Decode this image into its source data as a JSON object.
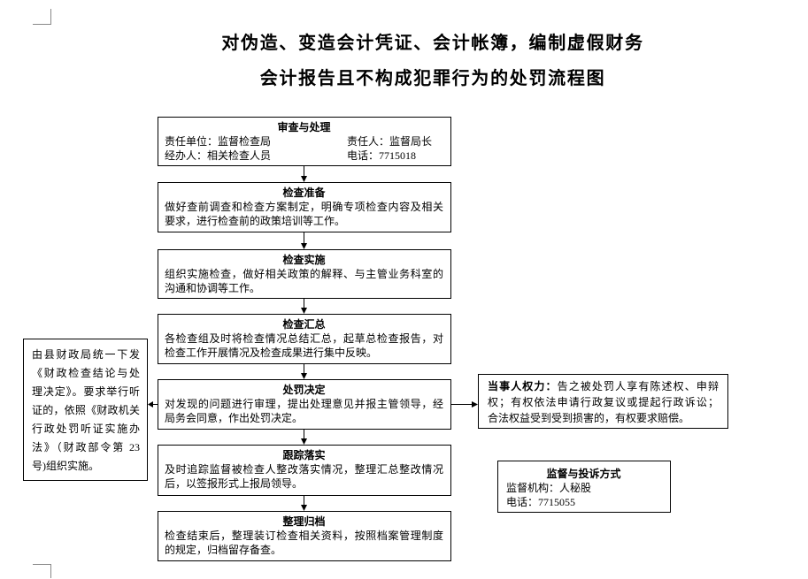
{
  "title": {
    "line1": "对伪造、变造会计凭证、会计帐簿，编制虚假财务",
    "line2": "会计报告且不构成犯罪行为的处罚流程图"
  },
  "review": {
    "title": "审查与处理",
    "unit": "责任单位：监督检查局",
    "person": "责任人：监督局长",
    "handler": "经办人：相关检查人员",
    "phone": "电话：7715018"
  },
  "steps": [
    {
      "title": "检查准备",
      "lines": [
        "做好查前调查和检查方案制定，明确专项检查内容及相关",
        "要求，进行检查前的政策培训等工作。"
      ]
    },
    {
      "title": "检查实施",
      "lines": [
        "组织实施检查，做好相关政策的解释、与主管业务科室的",
        "沟通和协调等工作。"
      ]
    },
    {
      "title": "检查汇总",
      "lines": [
        "各检查组及时将检查情况总结汇总，起草总检查报告，对",
        "检查工作开展情况及检查成果进行集中反映。"
      ]
    },
    {
      "title": "处罚决定",
      "lines": [
        "对发现的问题进行审理，提出处理意见并报主管领导，经",
        "局务会同意，作出处罚决定。"
      ]
    },
    {
      "title": "跟踪落实",
      "lines": [
        "及时追踪监督被检查人整改落实情况，整理汇总整改情况",
        "后，以签报形式上报局领导。"
      ]
    },
    {
      "title": "整理归档",
      "lines": [
        "检查结束后，整理装订检查相关资料，按照档案管理制度",
        "的规定，归档留存备查。"
      ]
    }
  ],
  "hearing_note": {
    "lines": [
      "由县财政局统一下发",
      "《财政检查结论与处",
      "理决定》。要求举行听",
      "证的，依照《财政机关",
      "行政处罚听证实施办",
      "法》（财政部令第 23",
      "号)组织实施。"
    ]
  },
  "rights_note": {
    "label": "当事人权力：",
    "lines": [
      "告之被处罚人享有陈述权、申辩",
      "权；有权依法申请行政复议或提起行政诉讼；",
      "合法权益受到受到损害的，有权要求赔偿。"
    ]
  },
  "contact": {
    "title": "监督与投诉方式",
    "agency": "监督机构：人秘股",
    "phone": "电话：7715055"
  }
}
